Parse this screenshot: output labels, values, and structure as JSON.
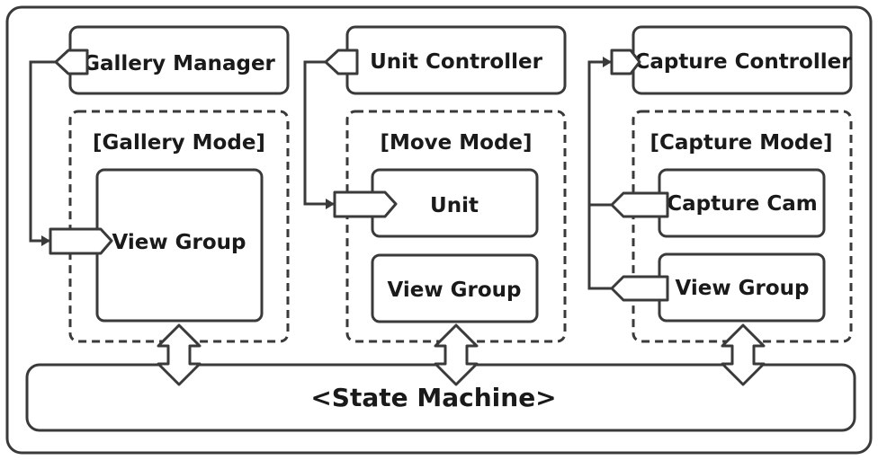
{
  "gallery": {
    "manager": "Gallery Manager",
    "mode": "[Gallery Mode]",
    "view_group": "View Group"
  },
  "move": {
    "controller": "Unit Controller",
    "mode": "[Move Mode]",
    "unit": "Unit",
    "view_group": "View Group"
  },
  "capture": {
    "controller": "Capture Controller",
    "mode": "[Capture Mode]",
    "cam": "Capture Cam",
    "view_group": "View Group"
  },
  "state_machine": "<State Machine>",
  "colors": {
    "stroke": "#3a3a3a",
    "text": "#1a1a1a",
    "fill": "#ffffff"
  }
}
